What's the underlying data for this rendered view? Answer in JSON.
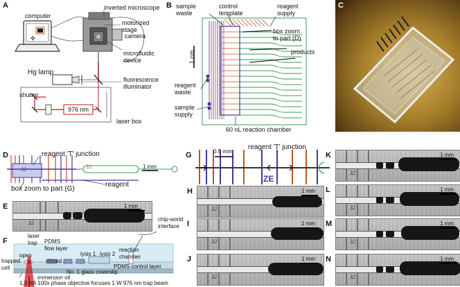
{
  "panels": {
    "A": {
      "letter": "A",
      "computer": "computer",
      "inverted_microscope": "inverted microscope",
      "motorized_stage": "motorized\nstage",
      "camera": "camera",
      "microfluidic_device": "microfluidic\ndevice",
      "hg_lamp": "Hg lamp",
      "fluorescence_illuminator": "fluorescence\nilluminator",
      "shutter": "shutter",
      "laser": "976 nm",
      "laser_box": "laser box"
    },
    "B": {
      "letter": "B",
      "sample_waste": "sample\nwaste",
      "control_template": "control\ntemplate",
      "reagent_supply": "reagent\nsupply",
      "box_zoom": "box zoom\nto part (D)",
      "products": "products",
      "scale": "1 cm",
      "reagent_waste": "reagent\nwaste",
      "sample_supply": "sample\nsupply",
      "reaction_chamber": "60 nL reaction chamber"
    },
    "C": {
      "letter": "C"
    },
    "D": {
      "letter": "D",
      "reagent_t_junction": "reagent 'T' junction",
      "scale": "1 mm",
      "box_zoom": "box zoom to part (G)",
      "reagent": "reagent",
      "num_left": "32",
      "num_right": "32"
    },
    "E": {
      "letter": "E",
      "scale": "1 mm",
      "num": "32"
    },
    "F": {
      "letter": "F",
      "laser_trap": "laser\ntrap",
      "pdms_flow_layer": "PDMS\nflow layer",
      "open": "open",
      "trapped_cell": "trapped\ncell",
      "closed": "closed",
      "lysis1": "lysis 1",
      "lysis2": "lysis 2",
      "reaction_chamber": "reaction\nchamber",
      "chip_world": "chip-world\ninterface",
      "pdms_control_layer": "PDMS control layer",
      "coverslip": "No. 1 glass coverslip",
      "immersion_oil": "immersion oil",
      "objective": "1.3 NA 100x phase objective focuses 1 W 976 nm trap beam"
    },
    "G": {
      "letter": "G",
      "scale": "0.5 mm",
      "reagent_t_junction": "reagent 'T' junction"
    },
    "micro_panels": [
      {
        "letter": "H",
        "scale": "1 mm",
        "num": "32"
      },
      {
        "letter": "I",
        "scale": "1 mm",
        "num": "32"
      },
      {
        "letter": "J",
        "scale": "1 mm",
        "num": "32"
      },
      {
        "letter": "K",
        "scale": "1 mm",
        "num": "32"
      },
      {
        "letter": "L",
        "scale": "1 mm",
        "num": "32"
      },
      {
        "letter": "M",
        "scale": "1 mm",
        "num": "32"
      },
      {
        "letter": "N",
        "scale": "1 mm",
        "num": "32"
      }
    ]
  },
  "colors": {
    "flow_channel": "#c0502a",
    "control_channel": "#3a3aa0",
    "product_channel": "#3a9a5a",
    "laser_red": "#c01818"
  }
}
